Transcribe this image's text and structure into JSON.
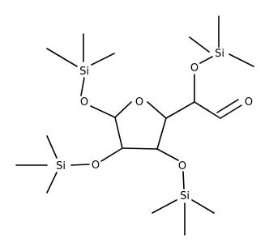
{
  "molecule": {
    "atom_labels": {
      "ring_oxygen": "O",
      "aldehyde_oxygen": "O",
      "ether_o1": "O",
      "ether_o2": "O",
      "ether_o3": "O",
      "ether_o4": "O",
      "si1": "Si",
      "si2": "Si",
      "si3": "Si",
      "si4": "Si"
    }
  }
}
